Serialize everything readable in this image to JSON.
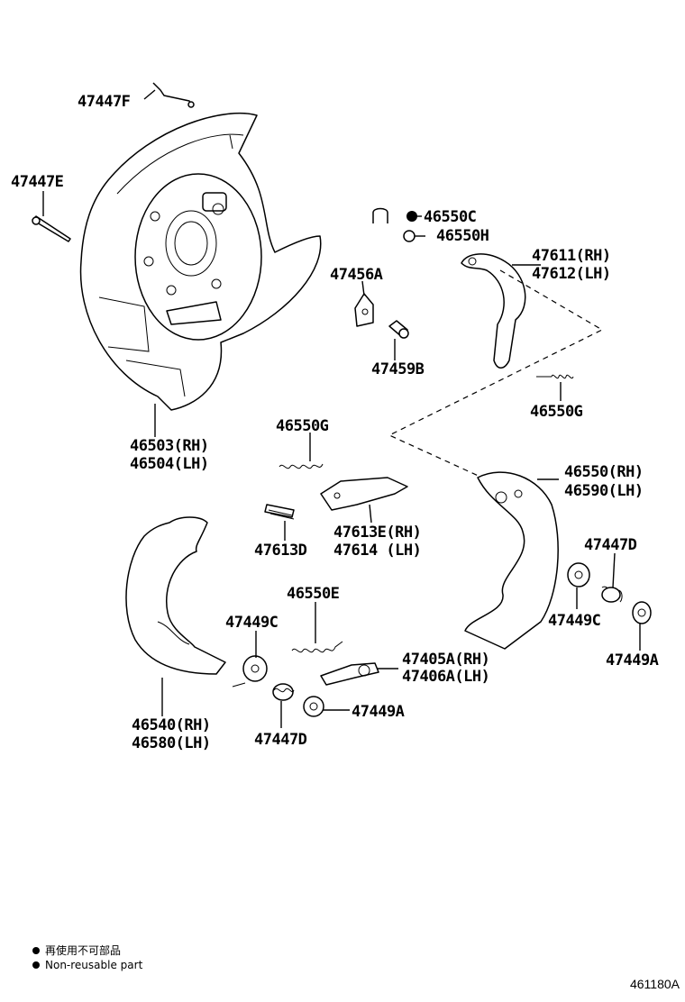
{
  "callouts": {
    "p47447F": "47447F",
    "p47447E": "47447E",
    "p46503": "46503(RH)",
    "p46504": "46504(LH)",
    "p46550C": "46550C",
    "p46550H": "46550H",
    "p47456A": "47456A",
    "p47459B": "47459B",
    "p47611": "47611(RH)",
    "p47612": "47612(LH)",
    "p46550G_top": "46550G",
    "p46550G_mid": "46550G",
    "p47613D": "47613D",
    "p47613E": "47613E(RH)",
    "p47614": "47614 (LH)",
    "p46550": "46550(RH)",
    "p46590": "46590(LH)",
    "p47447D_right": "47447D",
    "p47449C_right": "47449C",
    "p47449A_right": "47449A",
    "p46550E": "46550E",
    "p47449C_left": "47449C",
    "p47405A": "47405A(RH)",
    "p47406A": "47406A(LH)",
    "p46540": "46540(RH)",
    "p46580": "46580(LH)",
    "p47447D_left": "47447D",
    "p47449A_left": "47449A"
  },
  "legend": {
    "line1": "再使用不可部品",
    "line2": "Non-reusable part"
  },
  "figure_number": "461180A"
}
